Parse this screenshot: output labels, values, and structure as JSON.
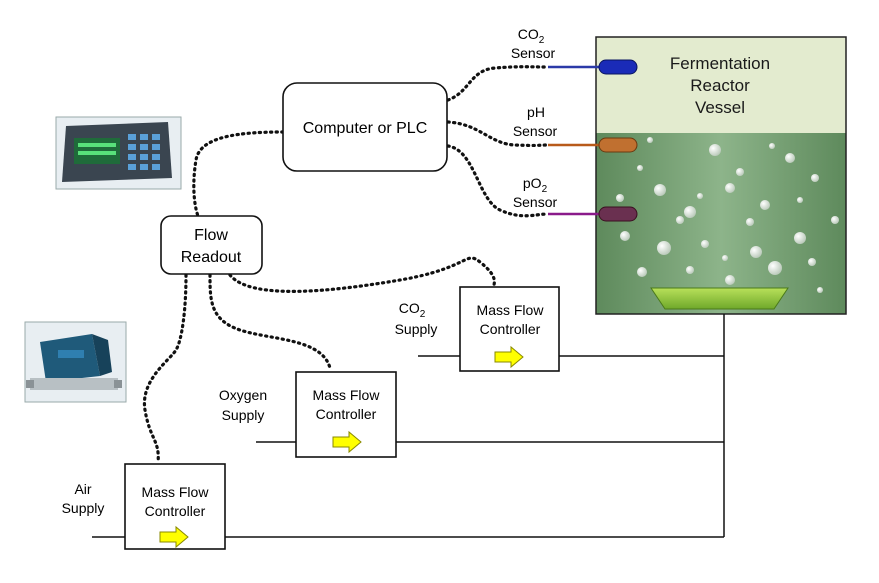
{
  "computer": {
    "label": "Computer or PLC"
  },
  "flow_readout": {
    "line1": "Flow",
    "line2": "Readout"
  },
  "vessel": {
    "line1": "Fermentation",
    "line2": "Reactor",
    "line3": "Vessel"
  },
  "sensors": {
    "co2": {
      "name": "CO",
      "sub": "2",
      "word": "Sensor",
      "color": "#2b3aa8",
      "probe_color": "#1a2bb8"
    },
    "ph": {
      "name": "pH",
      "word": "Sensor",
      "color": "#b85a1a",
      "probe_color": "#c07030"
    },
    "po2": {
      "name": "pO",
      "sub": "2",
      "word": "Sensor",
      "color": "#8a1a8a",
      "probe_color": "#6a3050"
    }
  },
  "supplies": {
    "co2": {
      "name": "CO",
      "sub": "2",
      "word": "Supply"
    },
    "oxygen": {
      "line1": "Oxygen",
      "line2": "Supply"
    },
    "air": {
      "line1": "Air",
      "line2": "Supply"
    }
  },
  "mfc": {
    "line1": "Mass Flow",
    "line2": "Controller"
  },
  "colors": {
    "vessel_top": "#e3ebcf",
    "vessel_liquid": "#6f9a6a",
    "arrow": "#ffff00",
    "sparger": "#9acd32"
  }
}
